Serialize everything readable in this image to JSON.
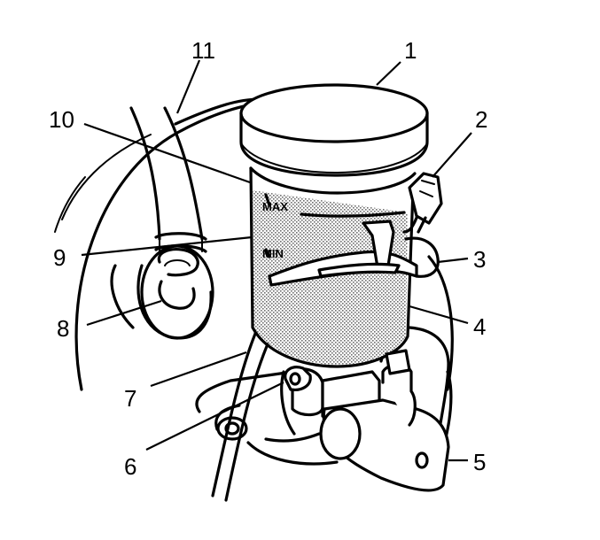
{
  "callouts": {
    "c1": "1",
    "c2": "2",
    "c3": "3",
    "c4": "4",
    "c5": "5",
    "c6": "6",
    "c7": "7",
    "c8": "8",
    "c9": "9",
    "c10": "10",
    "c11": "11"
  },
  "levels": {
    "max": "MAX",
    "min": "MIN"
  },
  "colors": {
    "line": "#000000",
    "fluid_stipple": "#7a7a7a",
    "background": "#ffffff"
  }
}
